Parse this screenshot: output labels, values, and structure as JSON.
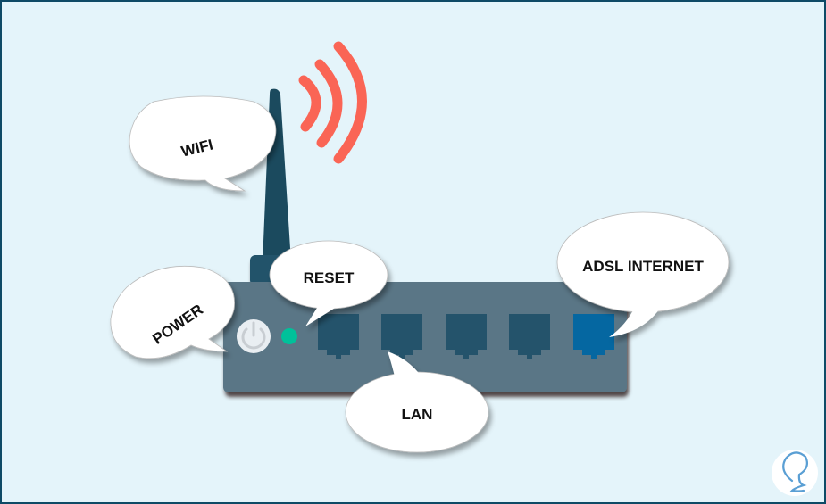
{
  "diagram": {
    "title": "Router ports and indicators",
    "callouts": {
      "wifi": "WIFI",
      "reset": "RESET",
      "power": "POWER",
      "lan": "LAN",
      "adsl": "ADSL INTERNET"
    },
    "ports": {
      "lan_count": 4,
      "adsl_count": 1
    },
    "colors": {
      "background": "#e4f4fa",
      "router_body": "#5a7686",
      "antenna": "#1b4a5e",
      "lan_port": "#24536b",
      "adsl_port": "#0567a1",
      "reset_led": "#00c19a",
      "wifi_waves": "#fa6555",
      "power_button": "#e9eef2"
    }
  }
}
